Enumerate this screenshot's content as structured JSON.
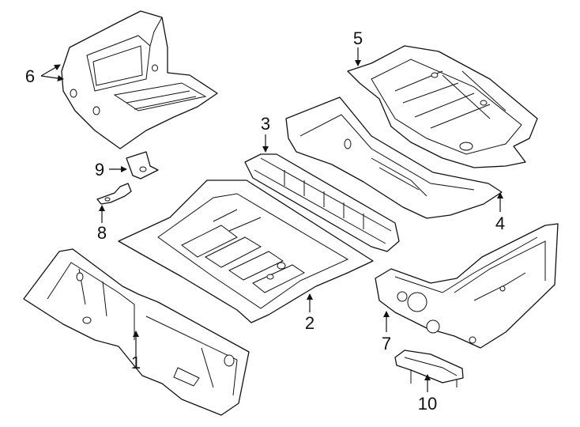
{
  "diagram": {
    "callouts": [
      {
        "id": "1",
        "label": "1"
      },
      {
        "id": "2",
        "label": "2"
      },
      {
        "id": "3",
        "label": "3"
      },
      {
        "id": "4",
        "label": "4"
      },
      {
        "id": "5",
        "label": "5"
      },
      {
        "id": "6",
        "label": "6"
      },
      {
        "id": "7",
        "label": "7"
      },
      {
        "id": "8",
        "label": "8"
      },
      {
        "id": "9",
        "label": "9"
      },
      {
        "id": "10",
        "label": "10"
      }
    ],
    "colors": {
      "line": "#111111",
      "fill": "#ffffff",
      "background": "#ffffff"
    }
  }
}
